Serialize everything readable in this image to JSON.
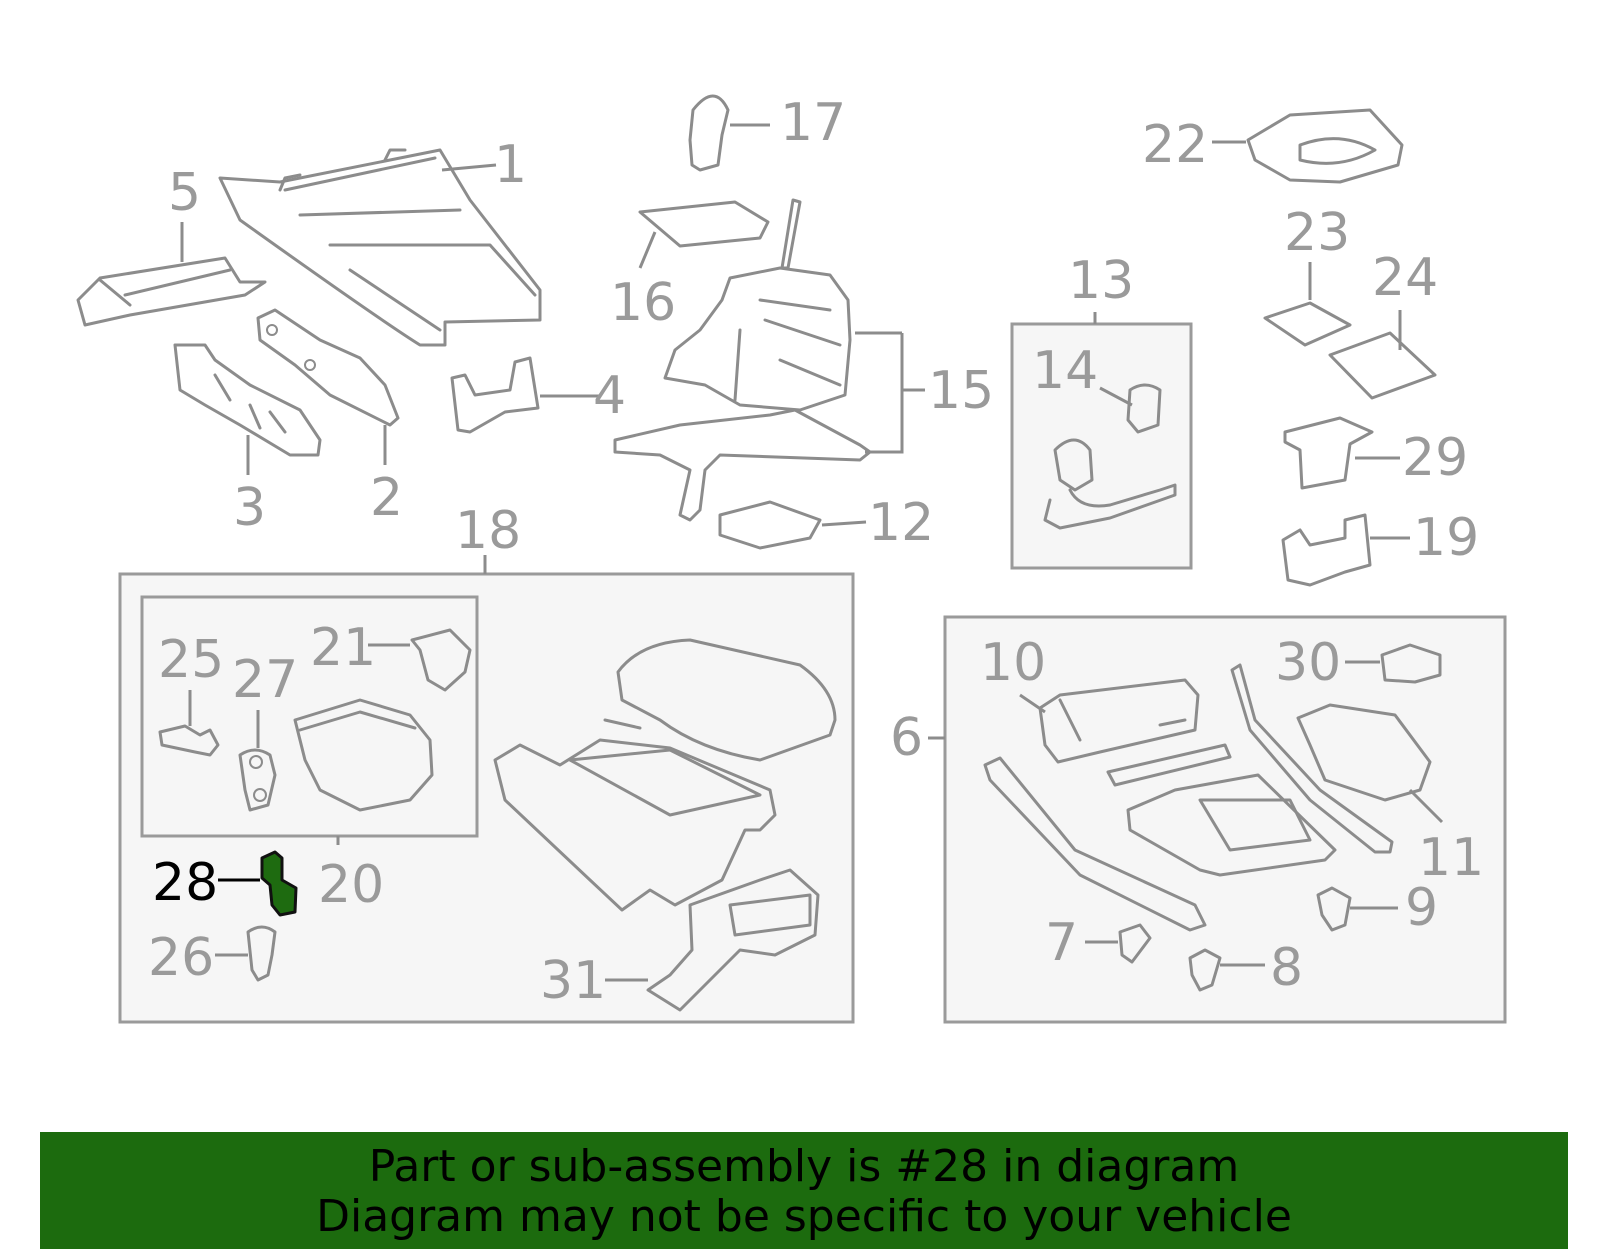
{
  "callouts": {
    "c1": "1",
    "c2": "2",
    "c3": "3",
    "c4": "4",
    "c5": "5",
    "c6": "6",
    "c7": "7",
    "c8": "8",
    "c9": "9",
    "c10": "10",
    "c11": "11",
    "c12": "12",
    "c13": "13",
    "c14": "14",
    "c15": "15",
    "c16": "16",
    "c17": "17",
    "c18": "18",
    "c19": "19",
    "c20": "20",
    "c21": "21",
    "c22": "22",
    "c23": "23",
    "c24": "24",
    "c25": "25",
    "c26": "26",
    "c27": "27",
    "c28": "28",
    "c29": "29",
    "c30": "30",
    "c31": "31"
  },
  "highlighted_part": "28",
  "colors": {
    "highlight": "#1e6b10",
    "banner": "#1c6b0e",
    "line": "#8c8c8c"
  },
  "banner": {
    "line1": "Part or sub-assembly is #28 in diagram",
    "line2": "Diagram may not be specific to your vehicle"
  }
}
